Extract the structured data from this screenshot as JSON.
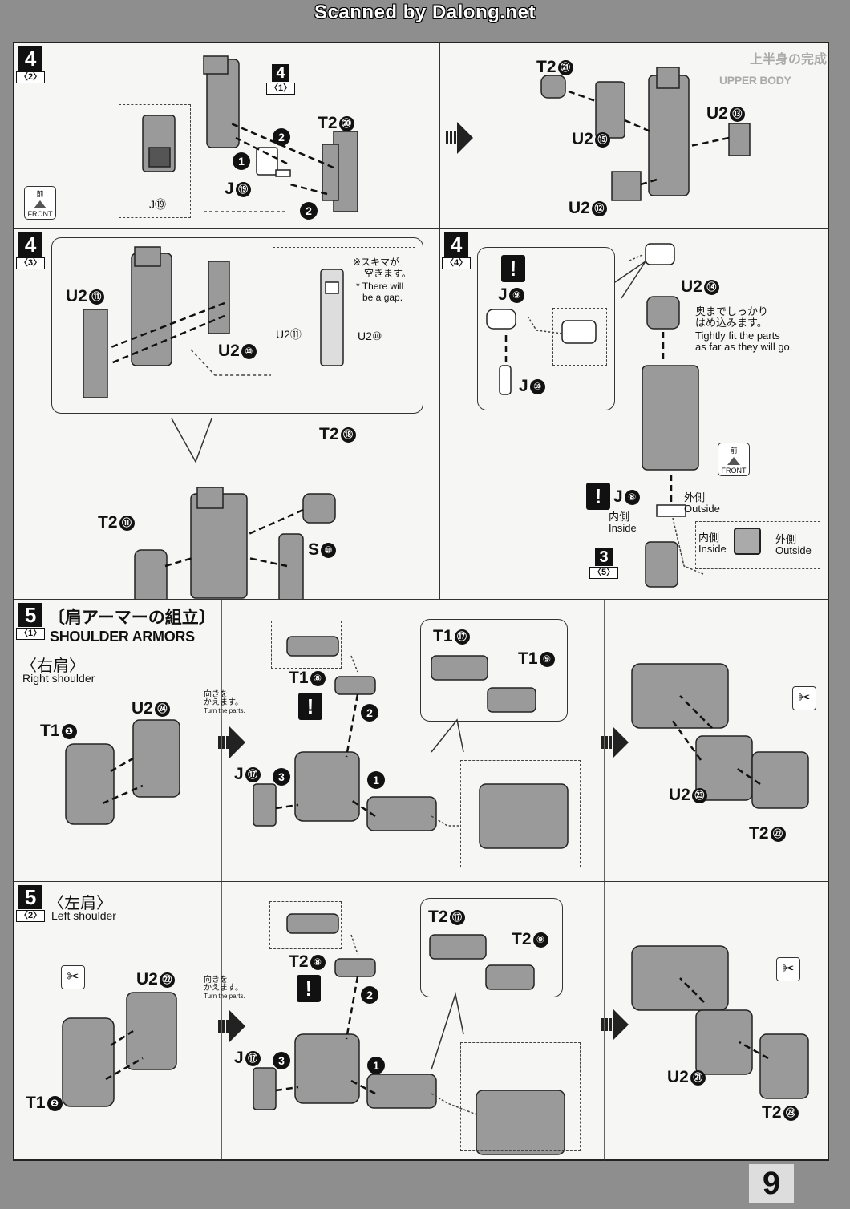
{
  "watermark": "Scanned by Dalong.net",
  "page_number": "9",
  "front_badge": {
    "jp": "前",
    "en": "FRONT"
  },
  "turn_note": {
    "jp_line1": "向きを",
    "jp_line2": "かえます。",
    "en": "Turn the parts."
  },
  "panels": {
    "p42": {
      "step": "4",
      "sub": "〈2〉",
      "ref": {
        "step": "4",
        "sub": "〈1〉"
      },
      "labels": {
        "t2_20": "T2",
        "t2_20_n": "⑳",
        "j19": "J",
        "j19_n": "⑲",
        "j19_detail": "J⑲"
      }
    },
    "p5": {
      "heading_jp": "上半身の完成",
      "heading_en": "UPPER BODY",
      "labels": {
        "t2_21": "T2",
        "t2_21_n": "㉑",
        "u2_13": "U2",
        "u2_13_n": "⑬",
        "u2_15": "U2",
        "u2_15_n": "⑮",
        "u2_12": "U2",
        "u2_12_n": "⑫"
      }
    },
    "p43": {
      "step": "4",
      "sub": "〈3〉",
      "labels": {
        "u2_11": "U2",
        "u2_11_n": "⑪",
        "u2_10": "U2",
        "u2_10_n": "⑩",
        "t2_18": "T2",
        "t2_18_n": "⑱",
        "t2_11": "T2",
        "t2_11_n": "⑪",
        "s10": "S",
        "s10_n": "⑩",
        "detail_u2_11": "U2⑪",
        "detail_u2_10": "U2⑩"
      },
      "gap_note": {
        "jp_line1": "※スキマが",
        "jp_line2": "空きます。",
        "en_line1": "* There will",
        "en_line2": "be a gap."
      }
    },
    "p44": {
      "step": "4",
      "sub": "〈4〉",
      "labels": {
        "j9": "J",
        "j9_n": "⑨",
        "j10": "J",
        "j10_n": "⑩",
        "u2_14": "U2",
        "u2_14_n": "⑭",
        "j8": "J",
        "j8_n": "⑧"
      },
      "fit_note": {
        "jp_line1": "奥までしっかり",
        "jp_line2": "はめ込みます。",
        "en_line1": "Tightly fit the parts",
        "en_line2": "as far as they will go."
      },
      "outside_jp": "外側",
      "outside_en": "Outside",
      "inside_jp": "内側",
      "inside_en": "Inside",
      "ref": {
        "step": "3",
        "sub": "〈5〉"
      }
    },
    "p51": {
      "step": "5",
      "sub": "〈1〉",
      "title_jp": "〔肩アーマーの組立〕",
      "title_en": "SHOULDER ARMORS",
      "side_jp": "〈右肩〉",
      "side_en": "Right shoulder",
      "labels": {
        "t1_1": "T1",
        "t1_1_n": "❶",
        "u2_24": "U2",
        "u2_24_n": "㉔",
        "t1_8": "T1",
        "t1_8_n": "⑧",
        "j17": "J",
        "j17_n": "⑰",
        "t1_17": "T1",
        "t1_17_n": "⑰",
        "t1_9": "T1",
        "t1_9_n": "⑨",
        "u2_23": "U2",
        "u2_23_n": "㉓",
        "t2_22": "T2",
        "t2_22_n": "㉒"
      }
    },
    "p52": {
      "step": "5",
      "sub": "〈2〉",
      "side_jp": "〈左肩〉",
      "side_en": "Left shoulder",
      "labels": {
        "t1_2": "T1",
        "t1_2_n": "❷",
        "u2_22": "U2",
        "u2_22_n": "㉒",
        "t2_8": "T2",
        "t2_8_n": "⑧",
        "j17": "J",
        "j17_n": "⑰",
        "t2_17": "T2",
        "t2_17_n": "⑰",
        "t2_9": "T2",
        "t2_9_n": "⑨",
        "u2_21": "U2",
        "u2_21_n": "㉑",
        "t2_23": "T2",
        "t2_23_n": "㉓"
      }
    }
  },
  "seq": {
    "one": "1",
    "two": "2",
    "three": "3"
  },
  "warn_mark": "!"
}
